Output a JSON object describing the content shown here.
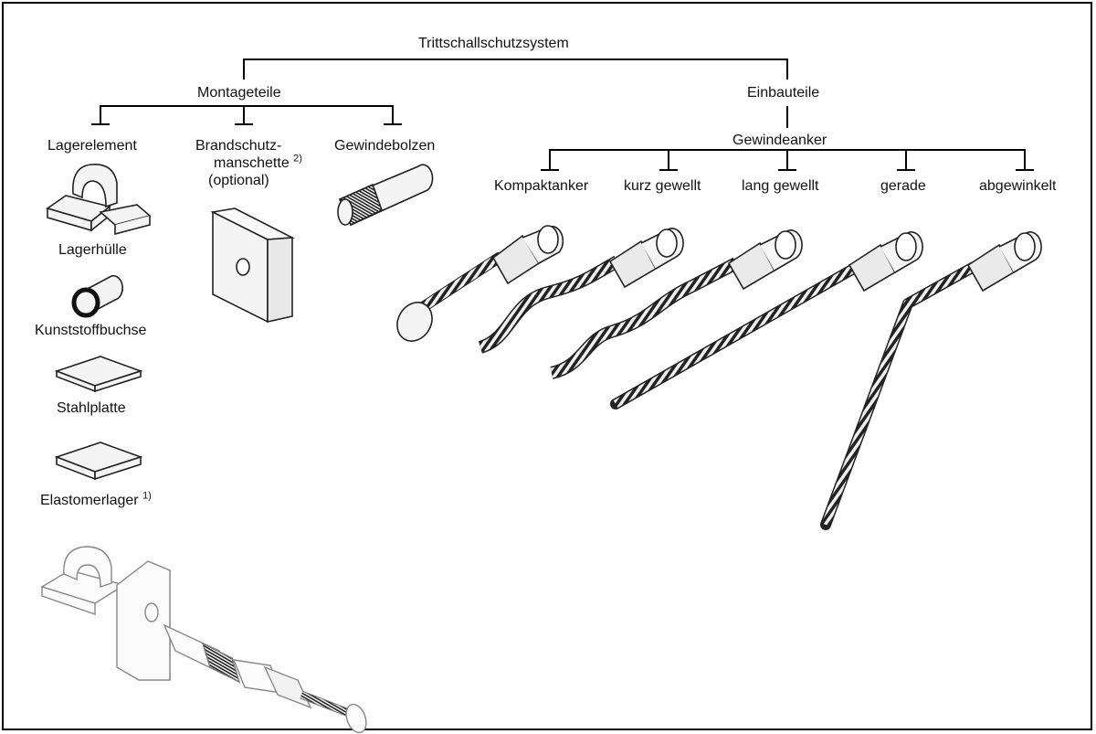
{
  "diagram": {
    "root": "Trittschallschutzsystem",
    "branches": [
      {
        "label": "Montageteile",
        "children": [
          {
            "label": "Lagerelement",
            "parts": [
              "Lagerhülle",
              "Kunststoffbuchse",
              "Stahlplatte",
              "Elastomerlager"
            ],
            "last_part_note": "1)"
          },
          {
            "label_line1": "Brandschutz-",
            "label_line2": "manschette",
            "label_note": "2)",
            "label_line3": "(optional)"
          },
          {
            "label": "Gewindebolzen"
          }
        ]
      },
      {
        "label": "Einbauteile",
        "sub": {
          "label": "Gewindeanker",
          "children": [
            "Kompaktanker",
            "kurz gewellt",
            "lang gewellt",
            "gerade",
            "abgewinkelt"
          ]
        }
      }
    ]
  },
  "colors": {
    "line": "#000000",
    "drawing_stroke": "#222222",
    "drawing_fill": "#f4f4f4",
    "background": "#ffffff"
  },
  "icons": [
    "lagerhuelle-icon",
    "kunststoffbuchse-icon",
    "stahlplatte-icon",
    "elastomerlager-icon",
    "brandschutzmanschette-icon",
    "gewindebolzen-icon",
    "kompaktanker-icon",
    "kurz-gewellt-anchor-icon",
    "lang-gewellt-anchor-icon",
    "gerade-anchor-icon",
    "abgewinkelt-anchor-icon",
    "assembly-illustration"
  ]
}
